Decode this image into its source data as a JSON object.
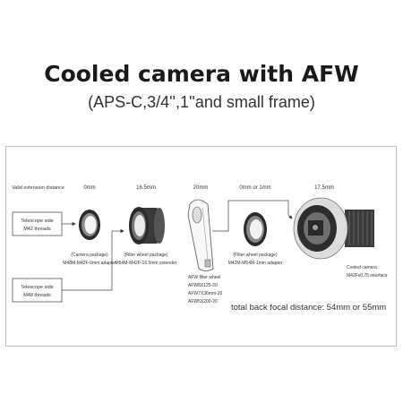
{
  "title": "Cooled camera with AFW",
  "subtitle": "(APS-C,3/4'',1''and small frame)",
  "diagram": {
    "valid_extension_label": "Valid extension distance",
    "distances": [
      "0mm",
      "16.5mm",
      "20mm",
      "0mm or 1mm",
      "17.5mm"
    ],
    "inputs": {
      "m42": {
        "line1": "Telescope side",
        "line2": "M42 threads"
      },
      "m48": {
        "line1": "Telescope side",
        "line2": "M48 threads"
      }
    },
    "parts": {
      "adapter_m48": {
        "line1": "(Camera package)",
        "line2": "M48M-M42F-0mm adapter"
      },
      "extender": {
        "line1": "(Filter wheel package)",
        "line2": "M54M-M42F-16.5mm extender"
      },
      "filter_wheel": {
        "line1": "AFW filter wheel",
        "line2": "AFW8X125-20",
        "line3": "AFW7X36mm-20",
        "line4": "AFW5X200-20"
      },
      "adapter_m54": {
        "line1": "(Filter wheel package)",
        "line2": "M42M-M54M-1mm adapter"
      },
      "camera": {
        "line1": "Cooled camera",
        "line2": "M42Fx0.75 interface"
      }
    },
    "focal_distance": "total back focal distance: 54mm or 55mm"
  }
}
